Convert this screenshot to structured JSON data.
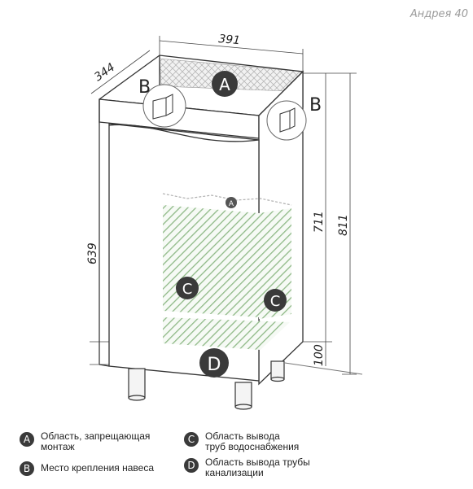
{
  "watermark": "Андрея 40",
  "dimensions": {
    "width": "391",
    "depth": "344",
    "height_total": "811",
    "height_body": "711",
    "leg_height": "100",
    "door_height": "639"
  },
  "zone_marks": {
    "a_top": "A",
    "a_inside": "A",
    "b_left": "B",
    "b_right": "B",
    "c_left": "C",
    "c_right": "C",
    "d_bottom": "D"
  },
  "legend": [
    {
      "badge": "A",
      "text": "Область, запрещающая\nмонтаж"
    },
    {
      "badge": "B",
      "text": "Место крепления навеса"
    },
    {
      "badge": "C",
      "text": "Область вывода\nтруб водоснабжения"
    },
    {
      "badge": "D",
      "text": "Область вывода трубы\nканализации"
    }
  ],
  "colors": {
    "hatch_green": "#8fb987",
    "hatch_gray": "#b8b8b8",
    "line": "#333333",
    "badge": "#3a3a3a"
  }
}
